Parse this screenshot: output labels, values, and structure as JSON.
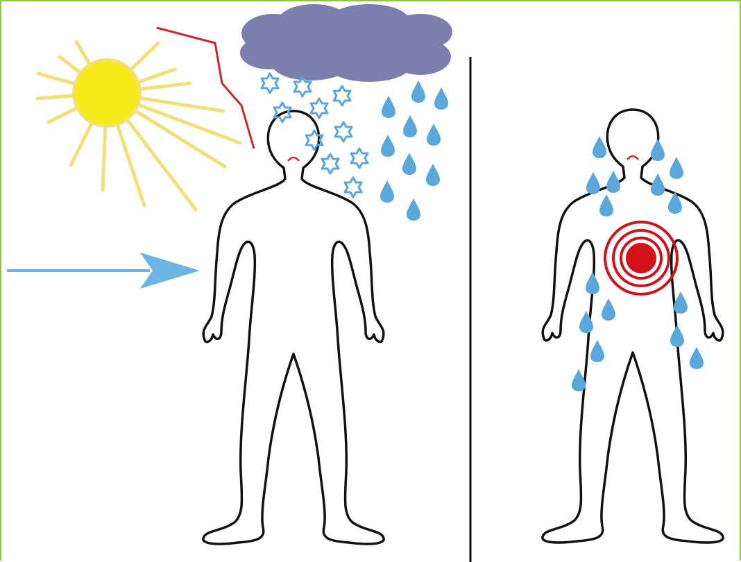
{
  "figure": {
    "panels": [
      {
        "id": "external",
        "causes": [
          "sun",
          "lightning",
          "cloud",
          "snow",
          "rain",
          "wind"
        ]
      },
      {
        "id": "internal",
        "causes": [
          "sweat",
          "internal-heat"
        ]
      }
    ]
  },
  "colors": {
    "frame": "#8dc63f",
    "sun": "#f7ea1c",
    "sun_rays": "#f3df7a",
    "lightning": "#d2232a",
    "cloud": "#7b7fae",
    "snow": "#5aa7dc",
    "rain": "#5aa7dc",
    "wind_arrow": "#6cb4e4",
    "outline": "#111111",
    "divider": "#111111",
    "target": "#d2101a"
  }
}
